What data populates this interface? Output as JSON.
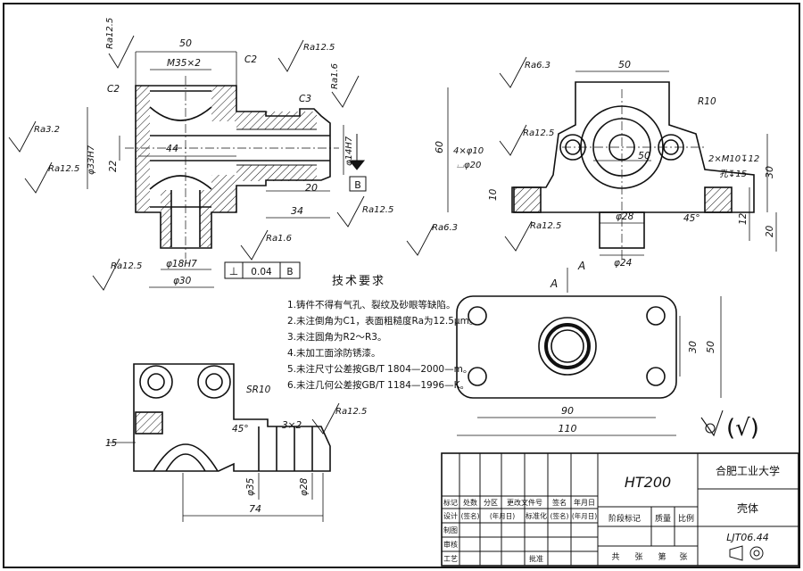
{
  "technical_requirements": {
    "title": "技术要求",
    "items": [
      "1.铸件不得有气孔、裂纹及砂眼等缺陷。",
      "2.未注倒角为C1，表面粗糙度Ra为12.5μm。",
      "3.未注圆角为R2～R3。",
      "4.未加工面涂防锈漆。",
      "5.未注尺寸公差按GB/T 1804—2000—m。",
      "6.未注几何公差按GB/T 1184—1996—K。"
    ]
  },
  "views": {
    "front_section": {
      "roughness": [
        "Ra12.5",
        "Ra12.5",
        "Ra1.6",
        "Ra3.2",
        "Ra12.5",
        "Ra12.5",
        "Ra1.6",
        "Ra12.5"
      ],
      "dims": [
        "50",
        "M35×2",
        "C2",
        "C2",
        "C3",
        "44",
        "φ33H7",
        "22",
        "φ14H7",
        "20",
        "34",
        "φ18H7",
        "φ30"
      ],
      "datum": "B",
      "tolerance": {
        "symbol": "⊥",
        "value": "0.04",
        "datum": "B"
      }
    },
    "side_view": {
      "roughness": [
        "Ra6.3",
        "Ra12.5",
        "Ra6.3",
        "Ra12.5"
      ],
      "dims": [
        "50",
        "R10",
        "60",
        "4×φ10",
        "⌴φ20",
        "50",
        "2×M10↧12",
        "孔↧15",
        "30",
        "10",
        "φ28",
        "45°",
        "12",
        "20",
        "φ24"
      ],
      "section_label": "A"
    },
    "top_view": {
      "label": "A",
      "dims": [
        "30",
        "50",
        "90",
        "110"
      ]
    },
    "bottom_left_view": {
      "dims": [
        "SR10",
        "45°",
        "3×2",
        "Ra12.5",
        "15",
        "φ35",
        "φ28",
        "74"
      ]
    }
  },
  "general_roughness": {
    "symbol": "√",
    "extra": "(√)"
  },
  "title_block": {
    "material": "HT200",
    "school": "合肥工业大学",
    "part_name": "壳体",
    "drawing_no": "LJT06.44",
    "header_row": [
      "标记",
      "处数",
      "分区",
      "更改文件号",
      "签名",
      "年月日"
    ],
    "design_row": [
      "设计",
      "(签名)",
      "(年月日)",
      "标准化",
      "(签名)",
      "(年月日)"
    ],
    "labels": [
      "制图",
      "审核",
      "工艺",
      "批准"
    ],
    "stage_row": [
      "阶段标记",
      "质量",
      "比例"
    ],
    "sheet_row": [
      "共",
      "张",
      "第",
      "张"
    ]
  }
}
